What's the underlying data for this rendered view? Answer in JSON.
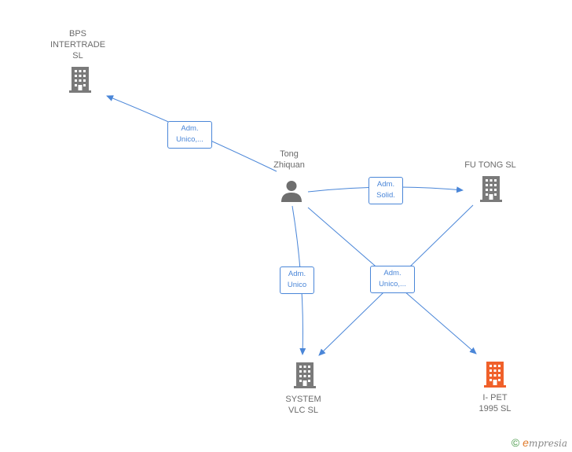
{
  "nodes": {
    "bps": {
      "lines": [
        "BPS",
        "INTERTRADE",
        "SL"
      ]
    },
    "tong": {
      "lines": [
        "Tong",
        "Zhiquan"
      ]
    },
    "futong": {
      "lines": [
        "FU TONG SL"
      ]
    },
    "system": {
      "lines": [
        "SYSTEM",
        "VLC SL"
      ]
    },
    "ipet": {
      "lines": [
        "I- PET",
        "1995  SL"
      ]
    }
  },
  "edges": {
    "bps": {
      "lines": [
        "Adm.",
        "Unico,..."
      ]
    },
    "futong": {
      "lines": [
        "Adm.",
        "Solid."
      ]
    },
    "system": {
      "lines": [
        "Adm.",
        "Unico"
      ]
    },
    "ipet": {
      "lines": [
        "Adm.",
        "Unico,..."
      ]
    }
  },
  "colors": {
    "edge": "#4a86d8",
    "company": "#7a7a7a",
    "highlight": "#f0602a",
    "person": "#6e6e6e"
  },
  "footer": {
    "copyright": "©",
    "brand_initial": "e",
    "brand": "mpresia"
  }
}
